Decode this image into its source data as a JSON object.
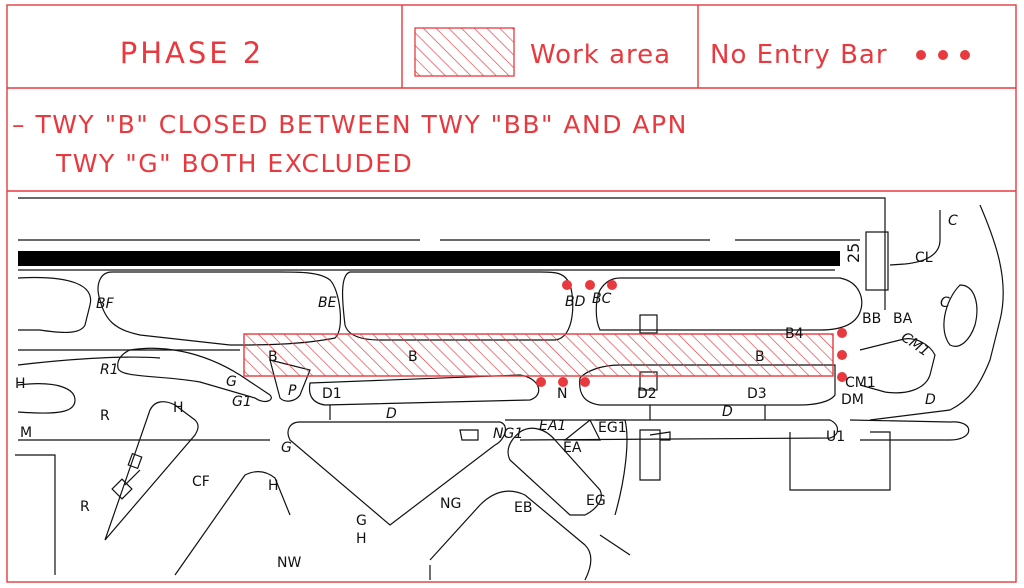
{
  "header": {
    "phase_title": "PHASE 2",
    "work_area_label": "Work area",
    "no_entry_label": "No Entry Bar",
    "note_line1": "– TWY \"B\" CLOSED BETWEEN TWY \"BB\" AND APN",
    "note_line2": "TWY \"G\" BOTH EXCLUDED"
  },
  "colors": {
    "accent_red": "#e8393f",
    "line": "#111111",
    "runway": "#000000"
  },
  "map": {
    "runway_number": "25",
    "labels": {
      "BF": "BF",
      "BE": "BE",
      "BD": "BD",
      "BC": "BC",
      "BB": "BB",
      "BA": "BA",
      "CL": "CL",
      "C_top": "C",
      "C_mid": "C",
      "CM1a": "CM1",
      "CM1b": "CM1",
      "B4": "B4",
      "B_left": "B",
      "B_mid": "B",
      "B_right": "B",
      "R1": "R1",
      "H_left": "H",
      "M": "M",
      "R_a": "R",
      "R_b": "R",
      "H_mid": "H",
      "G": "G",
      "G1": "G1",
      "P": "P",
      "D1": "D1",
      "N": "N",
      "D2": "D2",
      "D3": "D3",
      "D_a": "D",
      "D_b": "D",
      "DM": "DM",
      "D_right": "D",
      "U1": "U1",
      "NG1": "NG1",
      "EA1": "EA1",
      "EA": "EA",
      "EG1": "EG1",
      "G_low": "G",
      "CF": "CF",
      "H_low": "H",
      "G_bot": "G",
      "H_bot": "H",
      "NG": "NG",
      "EB": "EB",
      "EG": "EG",
      "NW": "NW"
    }
  }
}
